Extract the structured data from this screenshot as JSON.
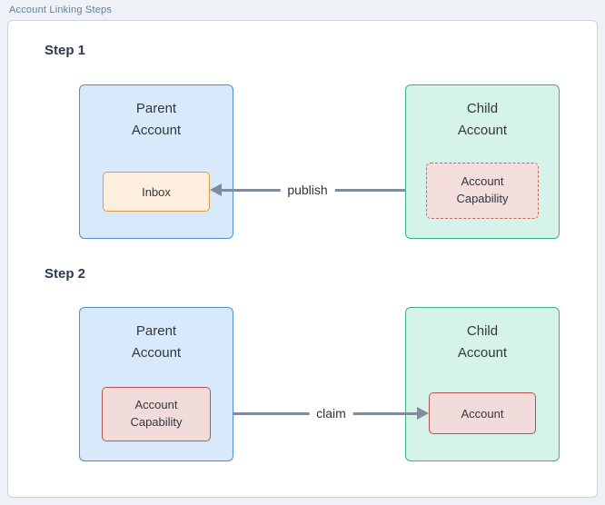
{
  "title": "Account Linking Steps",
  "colors": {
    "page_background": "#eef1f5",
    "container_background": "#ffffff",
    "container_border": "#ccd3da",
    "parent_fill": "#d7e9fb",
    "parent_border": "#4d8fcc",
    "child_fill": "#d6f3ea",
    "child_border": "#40ae8d",
    "inbox_fill": "#fdeedd",
    "inbox_border": "#d79b45",
    "capability_fill": "#f2dcdb",
    "capability_border": "#b85450",
    "arrow": "#7f8c99"
  },
  "steps": [
    {
      "label": "Step 1",
      "parent": {
        "title": "Parent Account",
        "inner_label": "Inbox"
      },
      "child": {
        "title": "Child Account",
        "inner_label": "Account Capability",
        "inner_style": "dashed"
      },
      "arrow": {
        "label": "publish",
        "direction": "left"
      }
    },
    {
      "label": "Step 2",
      "parent": {
        "title": "Parent Account",
        "inner_label": "Account Capability"
      },
      "child": {
        "title": "Child Account",
        "inner_label": "Account"
      },
      "arrow": {
        "label": "claim",
        "direction": "right"
      }
    }
  ]
}
